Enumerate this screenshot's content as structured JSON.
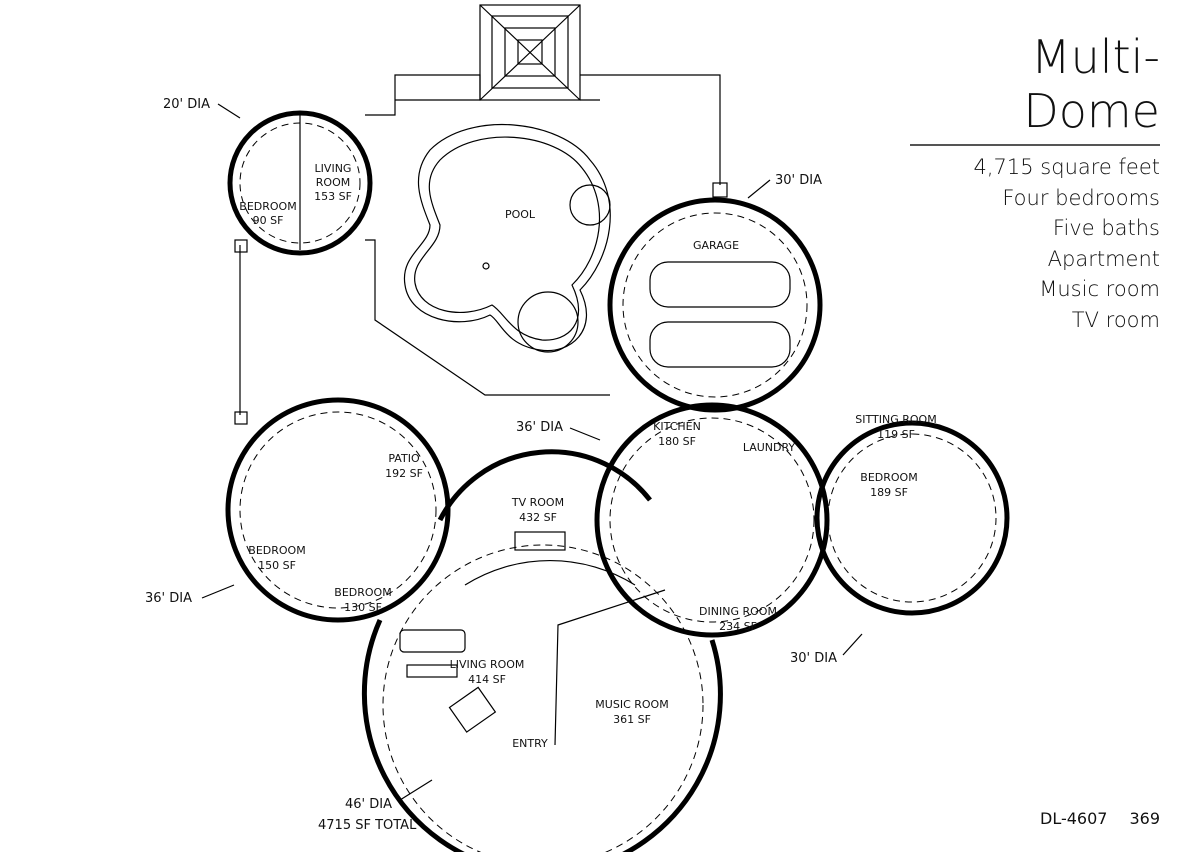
{
  "title": "Multi-Dome",
  "features": [
    "4,715 square feet",
    "Four bedrooms",
    "Five baths",
    "Apartment",
    "Music room",
    "TV room"
  ],
  "plan_code": "DL-4607",
  "plan_number": "369",
  "dome_labels": {
    "apartment": "20' DIA",
    "garage": "30' DIA",
    "kitchen": "36' DIA",
    "left_bedrooms": "36' DIA",
    "right_bedroom": "30' DIA",
    "living": "46' DIA",
    "total": "4715 SF TOTAL"
  },
  "rooms": [
    {
      "name": "LIVING",
      "area": "ROOM"
    },
    {
      "name": "153 SF",
      "area": ""
    },
    {
      "name": "BEDROOM",
      "area": "90 SF"
    },
    {
      "name": "POOL",
      "area": ""
    },
    {
      "name": "GARAGE",
      "area": ""
    },
    {
      "name": "PATIO",
      "area": "192 SF"
    },
    {
      "name": "KITCHEN",
      "area": "180 SF"
    },
    {
      "name": "LAUNDRY",
      "area": ""
    },
    {
      "name": "SITTING ROOM",
      "area": "119 SF"
    },
    {
      "name": "BEDROOM",
      "area": "189 SF"
    },
    {
      "name": "TV ROOM",
      "area": "432 SF"
    },
    {
      "name": "BEDROOM",
      "area": "150 SF"
    },
    {
      "name": "BEDROOM",
      "area": "130 SF"
    },
    {
      "name": "DINING ROOM",
      "area": "234 SF"
    },
    {
      "name": "LIVING ROOM",
      "area": "414 SF"
    },
    {
      "name": "MUSIC ROOM",
      "area": "361 SF"
    },
    {
      "name": "ENTRY",
      "area": ""
    }
  ]
}
